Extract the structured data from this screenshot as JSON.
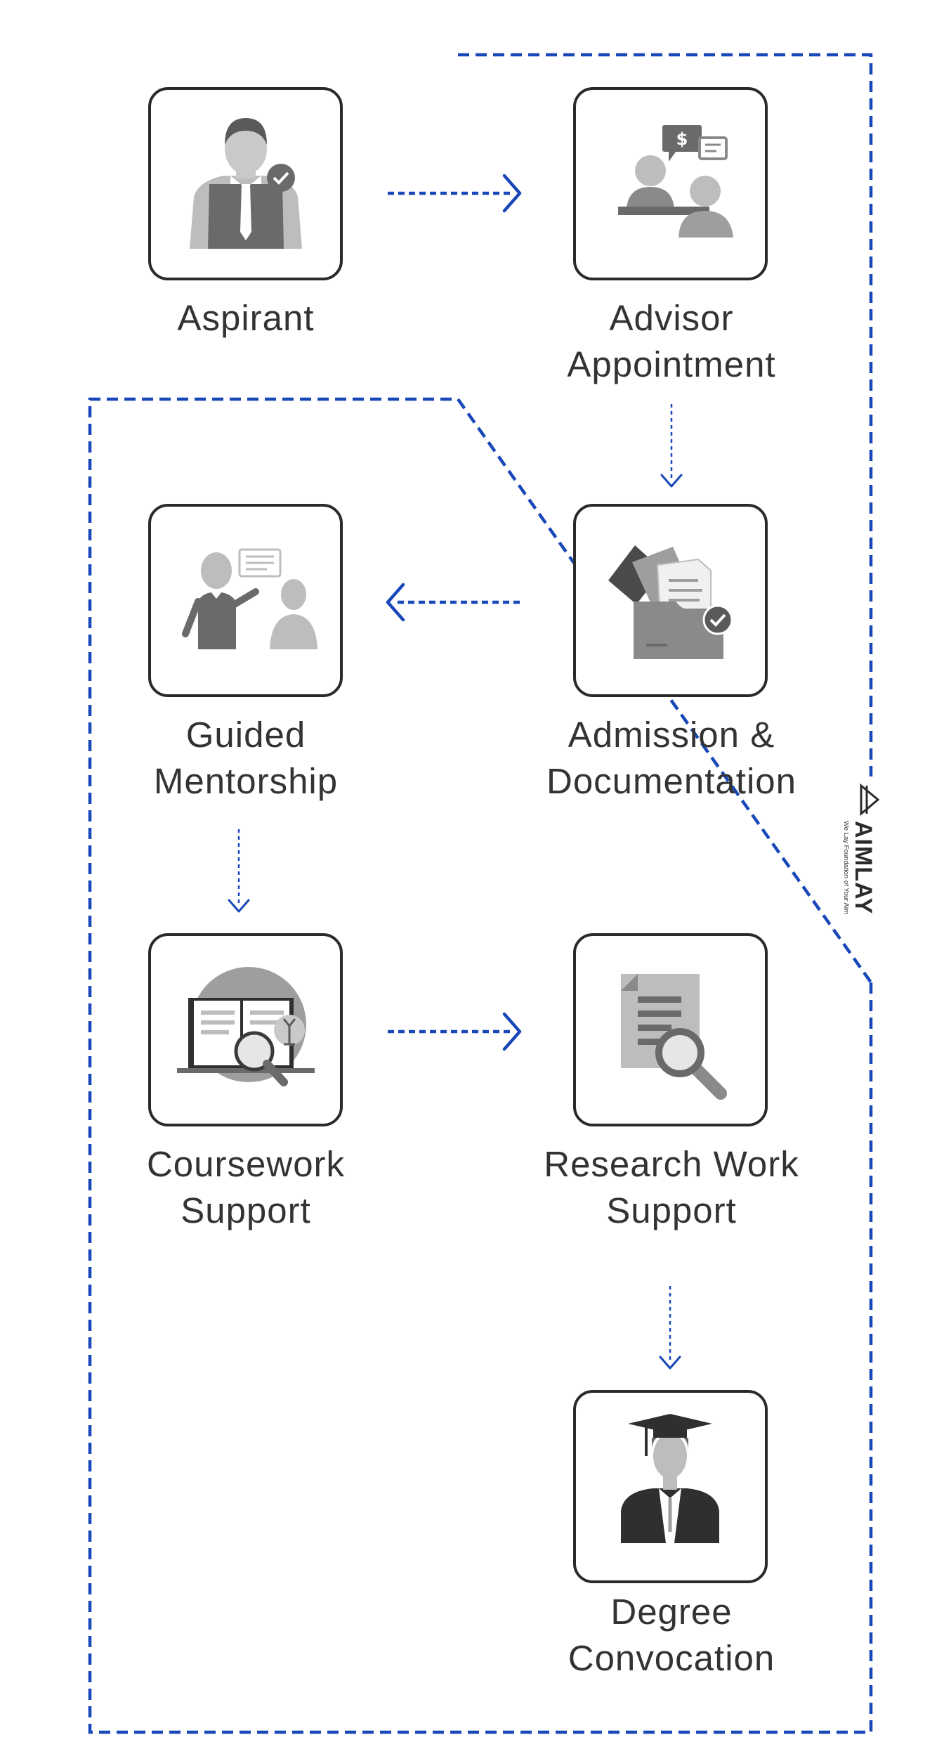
{
  "steps": [
    {
      "id": "aspirant",
      "icon": "aspirant-icon",
      "lines": [
        "Aspirant"
      ]
    },
    {
      "id": "advisor-appointment",
      "icon": "advisor-meeting-icon",
      "lines": [
        "Advisor",
        "Appointment"
      ]
    },
    {
      "id": "admission-documentation",
      "icon": "document-folder-icon",
      "lines": [
        "Admission &",
        "Documentation"
      ]
    },
    {
      "id": "guided-mentorship",
      "icon": "mentor-icon",
      "lines": [
        "Guided",
        "Mentorship"
      ]
    },
    {
      "id": "coursework-support",
      "icon": "book-search-icon",
      "lines": [
        "Coursework",
        "Support"
      ]
    },
    {
      "id": "research-work-support",
      "icon": "document-search-icon",
      "lines": [
        "Research Work",
        "Support"
      ]
    },
    {
      "id": "degree-convocation",
      "icon": "graduate-icon",
      "lines": [
        "Degree",
        "Convocation"
      ]
    }
  ],
  "brand": {
    "name": "AIMLAY",
    "tagline": "We Lay Foundation of Your Aim"
  },
  "colors": {
    "accent": "#1747b8",
    "icon_dark": "#5a5a5a",
    "icon_mid": "#8a8a8a",
    "icon_light": "#bdbdbd",
    "text": "#333333"
  }
}
